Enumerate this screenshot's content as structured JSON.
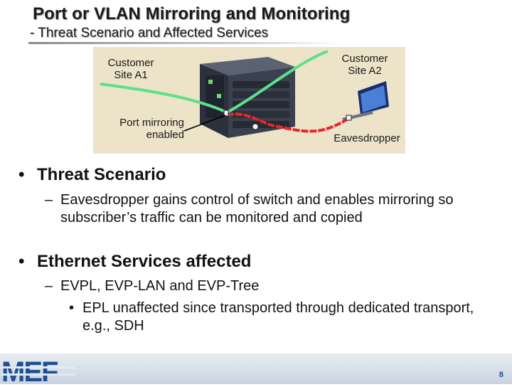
{
  "slide": {
    "title": "Port or VLAN Mirroring and Monitoring",
    "subtitle": "- Threat Scenario and Affected Services",
    "page_number": "8"
  },
  "diagram": {
    "label_site_a1": "Customer\nSite A1",
    "label_site_a2": "Customer\nSite A2",
    "label_port_mirroring": "Port mirroring\nenabled",
    "label_eavesdropper": "Eavesdropper",
    "colors": {
      "background": "#ece3c8",
      "customer_path": "#5ee08a",
      "mirror_path": "#e8262a"
    }
  },
  "content": {
    "bullet1": "Threat Scenario",
    "bullet1_sub1": "Eavesdropper gains control of switch and enables mirroring so subscriber’s traffic can be monitored and copied",
    "bullet2": "Ethernet Services affected",
    "bullet2_sub1": "EVPL, EVP-LAN and EVP-Tree",
    "bullet2_sub1_sub1": "EPL unaffected since transported through dedicated transport, e.g., SDH"
  },
  "footer": {
    "logo_text": "MEF",
    "logo_color": "#1e4f95"
  }
}
